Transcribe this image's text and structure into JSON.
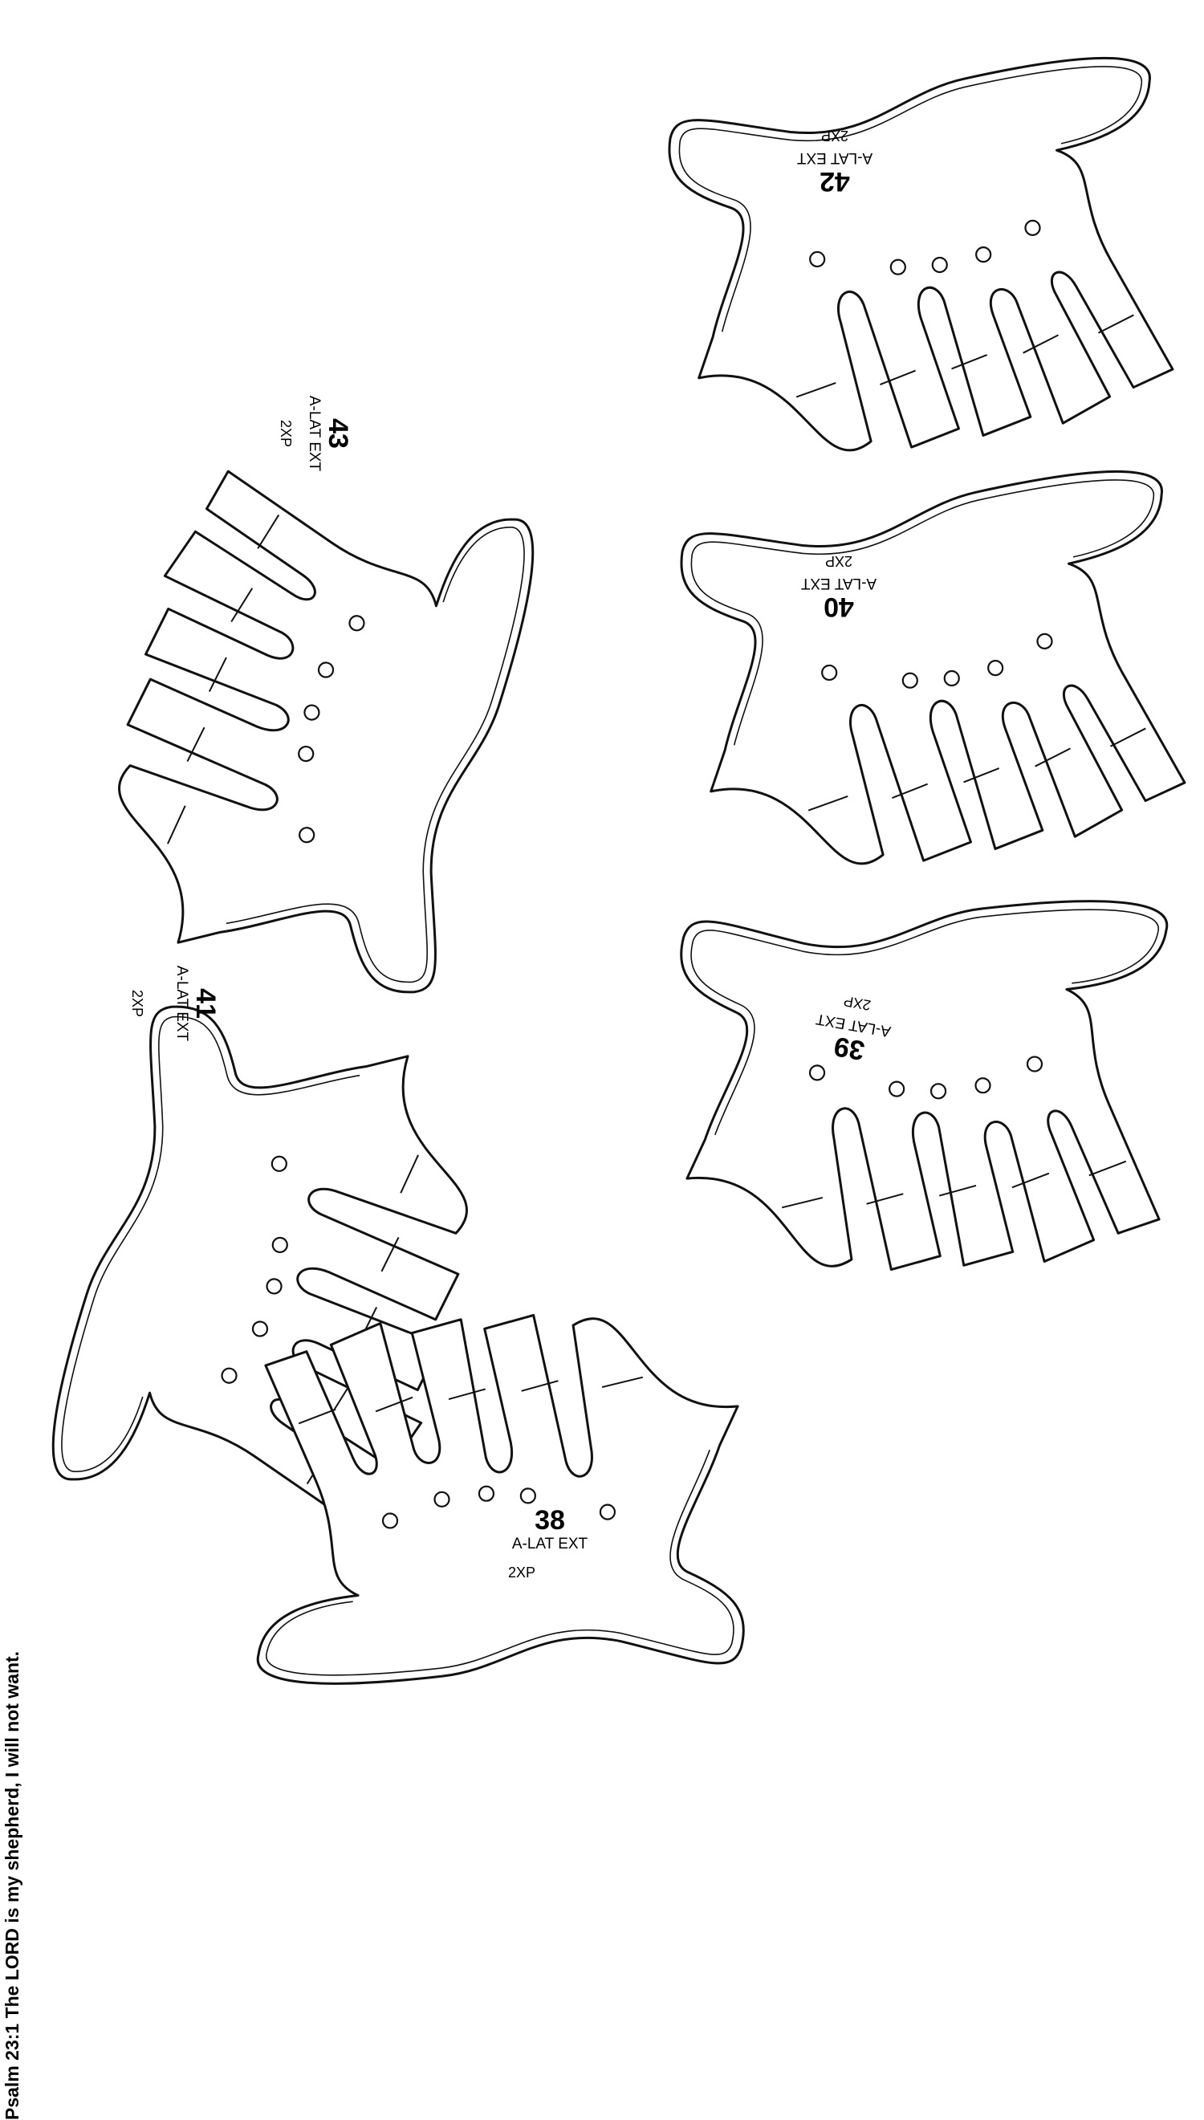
{
  "colors": {
    "line": "#111111",
    "background": "#ffffff"
  },
  "pieces": [
    {
      "id": "p43",
      "number": "43",
      "name": "A-LAT EXT",
      "qty": "2XP"
    },
    {
      "id": "p42",
      "number": "42",
      "name": "A-LAT EXT",
      "qty": "2XP"
    },
    {
      "id": "p40",
      "number": "40",
      "name": "A-LAT EXT",
      "qty": "2XP"
    },
    {
      "id": "p41",
      "number": "41",
      "name": "A-LAT EXT",
      "qty": "2XP"
    },
    {
      "id": "p39",
      "number": "39",
      "name": "A-LAT EXT",
      "qty": "2XP"
    },
    {
      "id": "p38",
      "number": "38",
      "name": "A-LAT EXT",
      "qty": "2XP"
    }
  ],
  "verse": "Psalm 23:1 The LORD is my shepherd, I will not want."
}
